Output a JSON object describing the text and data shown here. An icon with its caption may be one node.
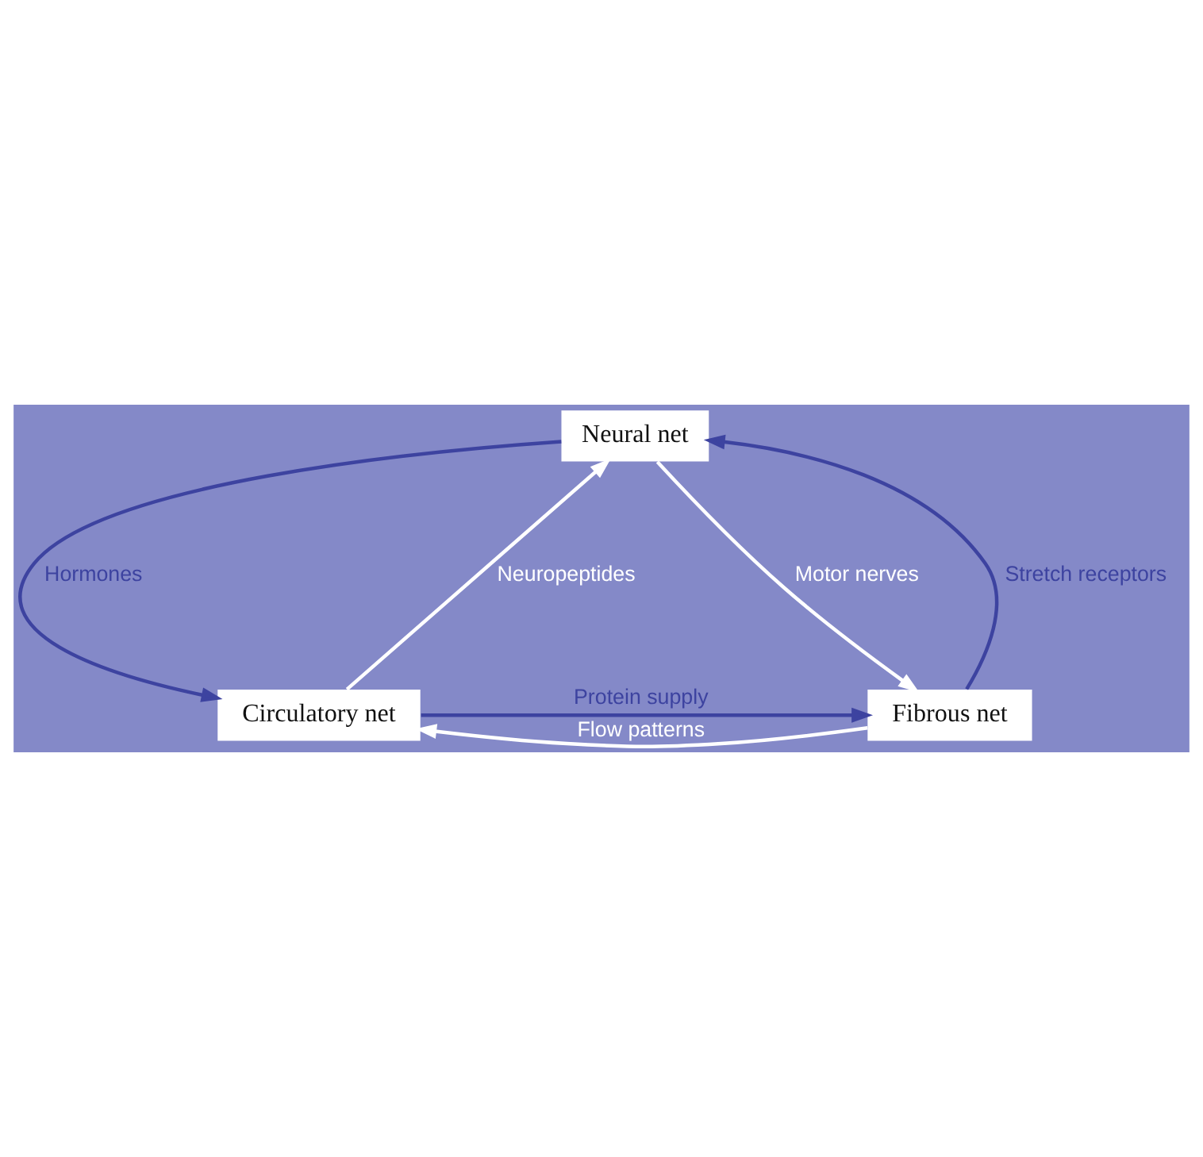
{
  "diagram": {
    "nodes": [
      {
        "text": [
          "Neural net"
        ]
      },
      {
        "text": [
          "Circulatory net"
        ]
      },
      {
        "text": [
          "Fibrous net"
        ]
      }
    ],
    "edges": [
      {
        "from": 0,
        "to": 1,
        "arrow": "to",
        "label": "Hormones"
      },
      {
        "from": 1,
        "to": 0,
        "arrow": "to",
        "label": "Neuropeptides",
        "color": "#ffffff"
      },
      {
        "from": 0,
        "to": 2,
        "arrow": "to",
        "label": "Motor nerves",
        "color": "#ffffff"
      },
      {
        "from": 2,
        "to": 0,
        "arrow": "to",
        "label": "Stretch receptors"
      },
      {
        "from": 2,
        "to": 1,
        "arrow": "to",
        "label": "Flow patterns",
        "color": "#ffffff"
      },
      {
        "from": 1,
        "to": 2,
        "arrow": "to",
        "label": "Protein supply"
      }
    ]
  }
}
